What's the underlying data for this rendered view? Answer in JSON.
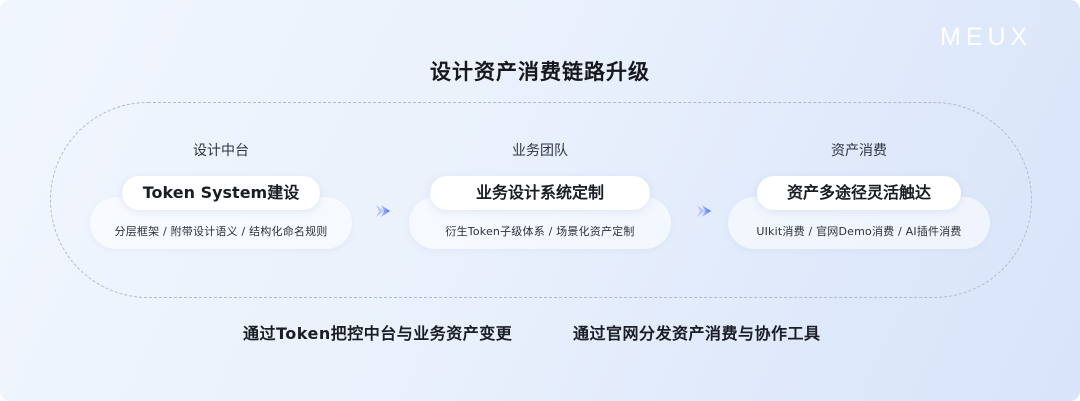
{
  "brand": {
    "logo_text": "MEUX"
  },
  "title": "设计资产消费链路升级",
  "columns": [
    {
      "label": "设计中台",
      "badge": "Token System建设",
      "detail": "分层框架 / 附带设计语义 / 结构化命名规则"
    },
    {
      "label": "业务团队",
      "badge": "业务设计系统定制",
      "detail": "衍生Token子级体系 / 场景化资产定制"
    },
    {
      "label": "资产消费",
      "badge": "资产多途径灵活触达",
      "detail": "UIkit消费 / 官网Demo消费 / AI插件消费"
    }
  ],
  "bottom_notes": [
    "通过Token把控中台与业务资产变更",
    "通过官网分发资产消费与协作工具"
  ],
  "colors": {
    "arrow_start": "#9fb4ff",
    "arrow_end": "#4a6cf7",
    "dashed_border": "#b3bcc9"
  }
}
